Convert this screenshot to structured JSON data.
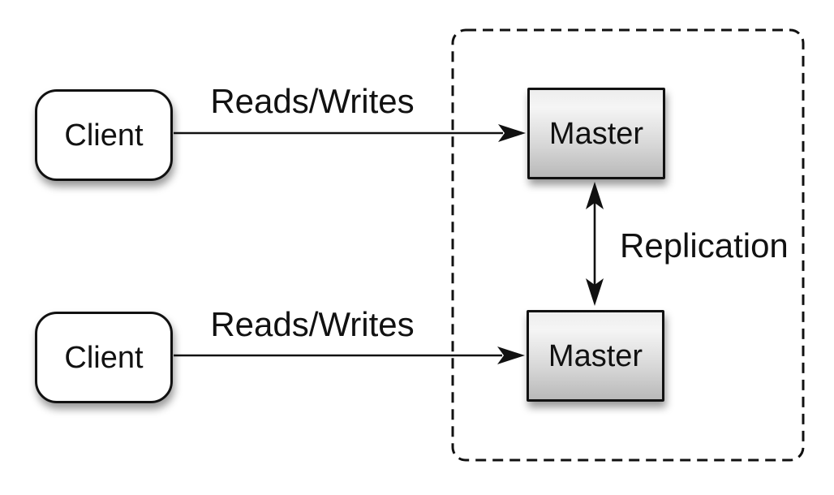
{
  "nodes": {
    "client1": {
      "label": "Client"
    },
    "client2": {
      "label": "Client"
    },
    "master1": {
      "label": "Master"
    },
    "master2": {
      "label": "Master"
    }
  },
  "edges": {
    "reads_writes_top": {
      "label": "Reads/Writes",
      "from": "client1",
      "to": "master1",
      "bidirectional": false
    },
    "reads_writes_bottom": {
      "label": "Reads/Writes",
      "from": "client2",
      "to": "master2",
      "bidirectional": false
    },
    "replication": {
      "label": "Replication",
      "from": "master1",
      "to": "master2",
      "bidirectional": true
    }
  },
  "zones": {
    "replication_zone": {
      "style": "dashed",
      "contains": [
        "master1",
        "master2"
      ]
    }
  },
  "colors": {
    "background": "#ffffff",
    "stroke": "#111111",
    "client_fill": "#ffffff",
    "master_fill_top": "#f5f5f5",
    "master_fill_bottom": "#b9b9b9"
  }
}
